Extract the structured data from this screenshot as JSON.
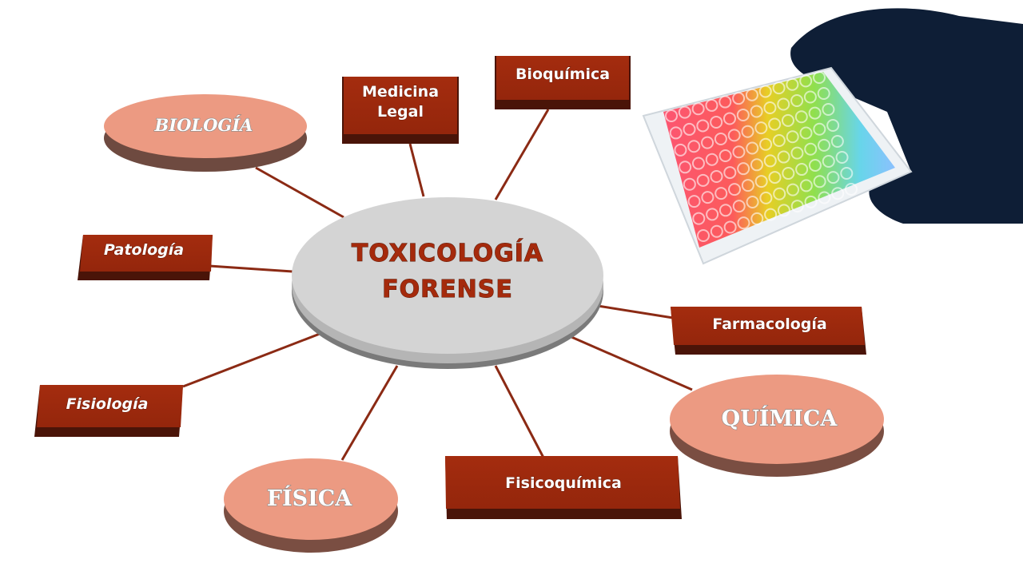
{
  "center": {
    "line1": "TOXICOLOGÍA",
    "line2": "FORENSE"
  },
  "ovals": {
    "biologia": "BIOLOGÍA",
    "quimica": "QUÍMICA",
    "fisica": "FÍSICA"
  },
  "boxes": {
    "medicina_line1": "Medicina",
    "medicina_line2": "Legal",
    "bioquimica": "Bioquímica",
    "patologia": "Patología",
    "farmacologia": "Farmacología",
    "fisiologia": "Fisiología",
    "fisicoquimica": "Fisicoquímica"
  },
  "colors": {
    "box": "#9e2a0e",
    "oval": "#ec9a82",
    "center": "#d3d3d3",
    "connector": "#8b2a14"
  }
}
